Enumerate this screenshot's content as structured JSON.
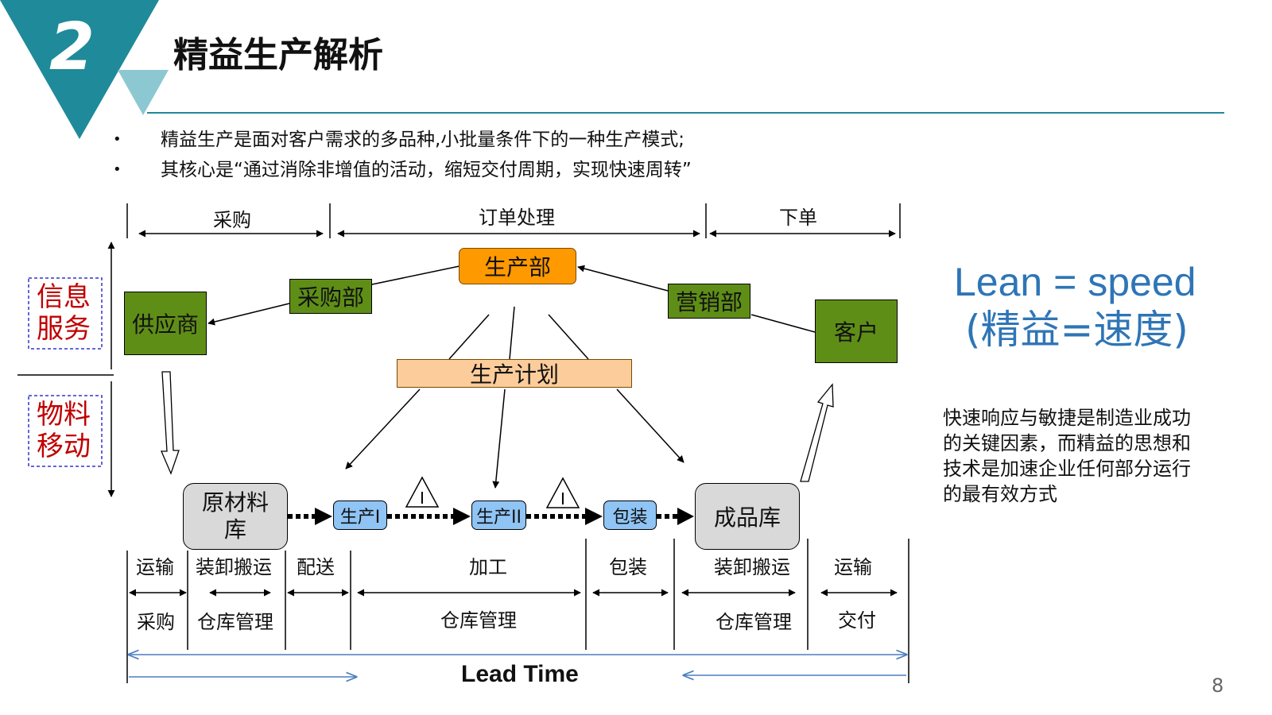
{
  "slide": {
    "number_badge": "2",
    "title": "精益生产解析",
    "page_number": "8",
    "bullets": [
      "精益生产是面对客户需求的多品种,小批量条件下的一种生产模式;",
      "其核心是“通过消除非增值的活动，缩短交付周期，实现快速周转”"
    ],
    "bullet_marker": "•"
  },
  "diagram": {
    "top_phases": [
      "采购",
      "订单处理",
      "下单"
    ],
    "side_labels": {
      "info_line1": "信息",
      "info_line2": "服务",
      "material_line1": "物料",
      "material_line2": "移动"
    },
    "nodes": {
      "production_dept": "生产部",
      "procurement_dept": "采购部",
      "marketing_dept": "营销部",
      "supplier": "供应商",
      "customer": "客户",
      "production_plan": "生产计划",
      "raw_store_line1": "原材料",
      "raw_store_line2": "库",
      "production_1": "生产I",
      "production_2": "生产II",
      "packaging": "包装",
      "finished_store": "成品库",
      "inventory_mark": "I"
    },
    "bottom_top_labels": [
      "运输",
      "装卸搬运",
      "配送",
      "加工",
      "包装",
      "装卸搬运",
      "运输"
    ],
    "bottom_bottom_labels": [
      "采购",
      "仓库管理",
      "仓库管理",
      "仓库管理",
      "交付"
    ],
    "lead_time": "Lead Time"
  },
  "side_panel": {
    "headline_line1": "Lean = speed",
    "headline_line2": "(精益=速度)",
    "body_lines": [
      "快速响应与敏捷是制造业成功",
      "的关键因素，而精益的思想和",
      "技术是加速企业任何部分运行",
      "的最有效方式"
    ]
  },
  "colors": {
    "teal_dark": "#1F8A99",
    "teal_light": "#8CC8D2",
    "green_box": "#5F8E17",
    "orange_box": "#FF9900",
    "peach_box": "#FCCC9A",
    "blue_small_box": "#8FC4F4",
    "gray_store": "#D9D9D9",
    "red_label": "#C00000",
    "blue_headline": "#2E75B6",
    "lead_arrow": "#4A7FC1"
  }
}
